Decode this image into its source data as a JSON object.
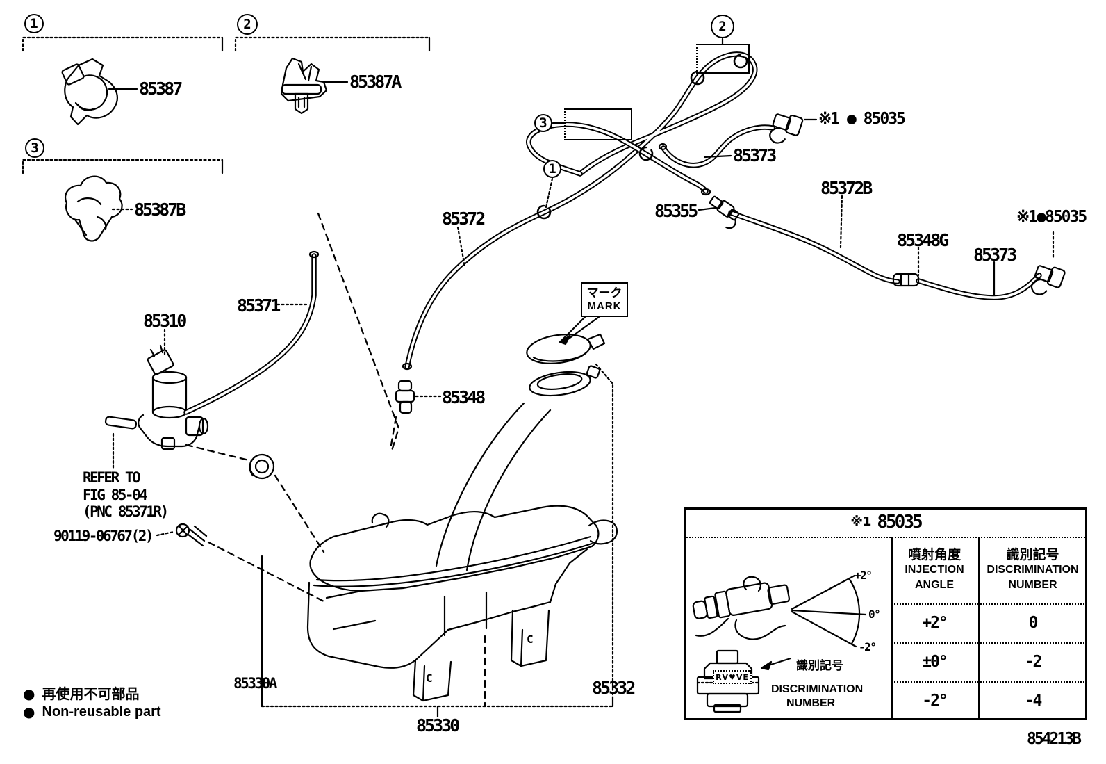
{
  "callouts": {
    "one": "1",
    "two": "2",
    "three": "3"
  },
  "labels": {
    "p85387": "85387",
    "p85387a": "85387A",
    "p85387b": "85387B",
    "p85310": "85310",
    "p85371": "85371",
    "p85372": "85372",
    "p85348": "85348",
    "p85355": "85355",
    "p85372b": "85372B",
    "p85348g": "85348G",
    "p85373_upper": "85373",
    "p85373_lower": "85373",
    "p85330": "85330",
    "p85330a": "85330A",
    "p85332": "85332",
    "screw": "90119-06767(2)",
    "nozzle_upper": "※1 ● 85035",
    "nozzle_right": "※1●85035",
    "doc_number": "854213B"
  },
  "notes": {
    "refer_line1": "REFER TO",
    "refer_line2": "FIG 85-04",
    "refer_line3": "(PNC 85371R)",
    "mark_jp": "マーク",
    "mark_en": "MARK",
    "tank_leg_mark": "C"
  },
  "legend": {
    "bullet": "●",
    "jp": "再使用不可部品",
    "en": "Non-reusable part"
  },
  "table": {
    "title_prefix": "※1",
    "title_number": "85035",
    "injection_header_jp": "噴射角度",
    "injection_header_en_line1": "INJECTION",
    "injection_header_en_line2": "ANGLE",
    "discrimination_header_jp": "識別記号",
    "discrimination_header_en_line1": "DISCRIMINATION",
    "discrimination_header_en_line2": "NUMBER",
    "rows": [
      {
        "angle": "+2°",
        "number": "0"
      },
      {
        "angle": "±0°",
        "number": "-2"
      },
      {
        "angle": "-2°",
        "number": "-4"
      }
    ],
    "angle_plus": "+2°",
    "angle_zero": "0°",
    "angle_minus": "-2°",
    "annotation_jp": "識別記号",
    "annotation_en_line1": "DISCRIMINATION",
    "annotation_en_line2": "NUMBER",
    "nozzle_marking": "RV♥VE"
  }
}
